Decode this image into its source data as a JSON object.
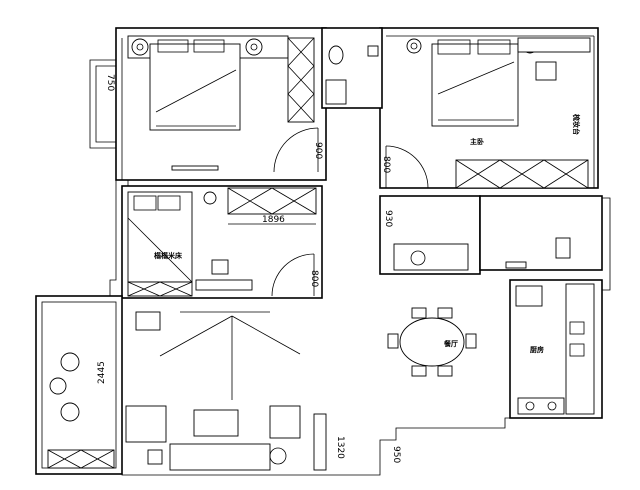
{
  "plan": {
    "rooms": {
      "master_bedroom": "主卧",
      "study": "榻榻米床",
      "kitchen": "厨房",
      "dressing_table": "梳妆台",
      "restaurant": "餐厅"
    },
    "dimensions": {
      "bay_window": "750",
      "upper_door": "900",
      "master_door": "800",
      "wardrobe_width": "1896",
      "study_door": "800",
      "hall_door": "930",
      "balcony_length": "2445",
      "tv_wall": "1320",
      "entry_door": "950"
    }
  }
}
